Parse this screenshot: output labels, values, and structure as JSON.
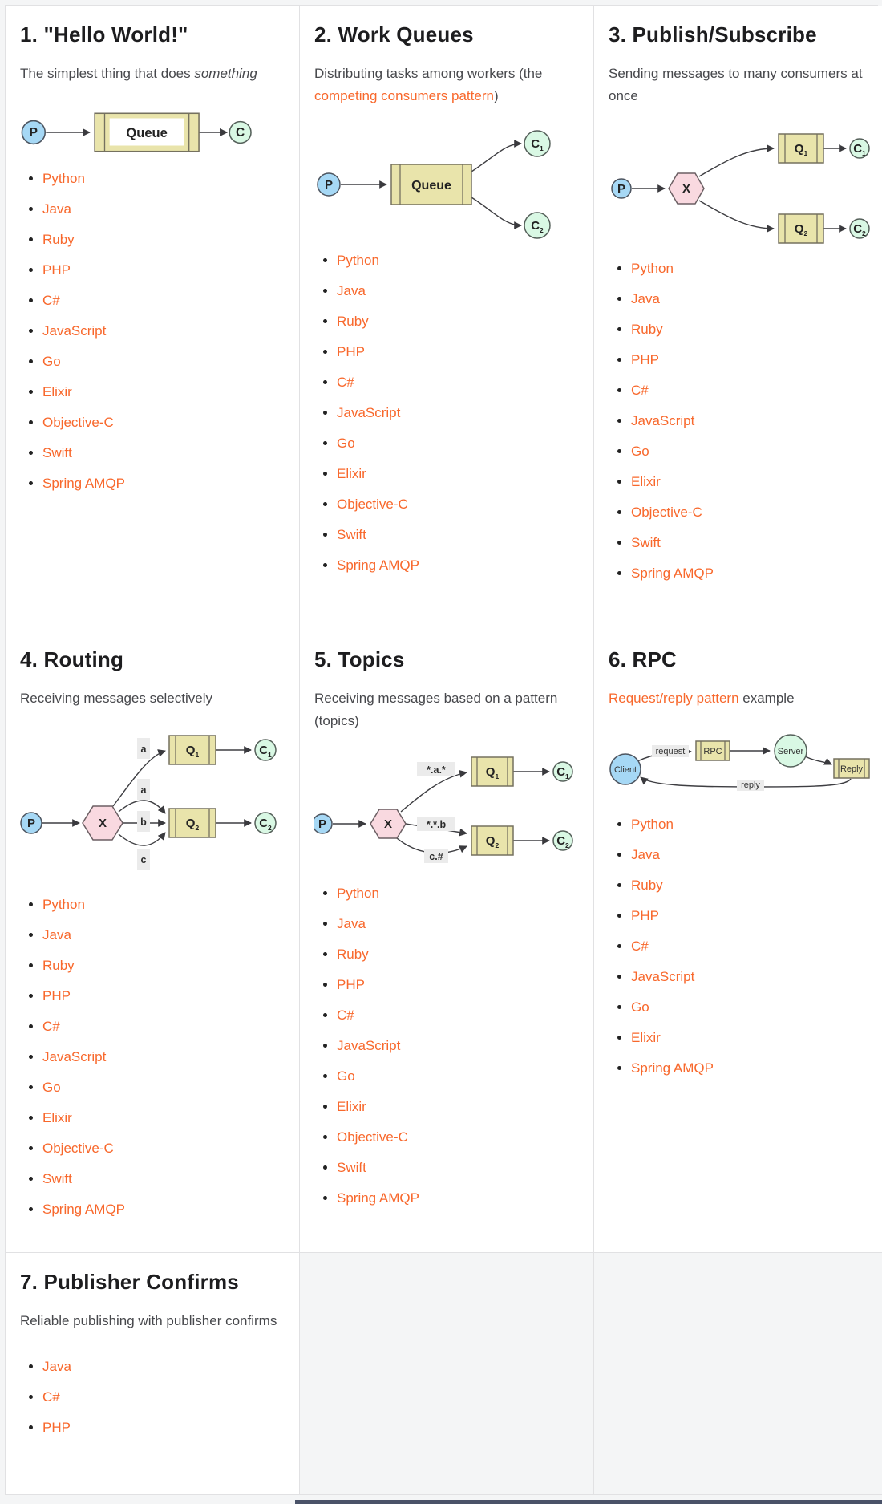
{
  "page": {
    "background": "#f4f5f6",
    "card_background": "#ffffff",
    "border_color": "#e1e1e3",
    "footer_bar_color": "#4a5268"
  },
  "colors": {
    "link_orange": "#f8682c",
    "heading": "#1d1d1f",
    "body_text": "#47484c",
    "producer_fill": "#a6d8f5",
    "consumer_fill": "#d9f8e4",
    "queue_fill": "#e9e4ab",
    "exchange_fill": "#f9d9e0",
    "edge": "#3e3e42",
    "edge_label_bg": "#ebebeb"
  },
  "cards": [
    {
      "title": "1. \"Hello World!\"",
      "desc_pre": "The simplest thing that does ",
      "desc_em": "something",
      "languages": [
        "Python",
        "Java",
        "Ruby",
        "PHP",
        "C#",
        "JavaScript",
        "Go",
        "Elixir",
        "Objective-C",
        "Swift",
        "Spring AMQP"
      ]
    },
    {
      "title": "2. Work Queues",
      "desc_pre": "Distributing tasks among workers (the ",
      "desc_link": "competing consumers pattern",
      "desc_post": ")",
      "languages": [
        "Python",
        "Java",
        "Ruby",
        "PHP",
        "C#",
        "JavaScript",
        "Go",
        "Elixir",
        "Objective-C",
        "Swift",
        "Spring AMQP"
      ]
    },
    {
      "title": "3. Publish/Subscribe",
      "desc": "Sending messages to many consumers at once",
      "languages": [
        "Python",
        "Java",
        "Ruby",
        "PHP",
        "C#",
        "JavaScript",
        "Go",
        "Elixir",
        "Objective-C",
        "Swift",
        "Spring AMQP"
      ]
    },
    {
      "title": "4. Routing",
      "desc": "Receiving messages selectively",
      "languages": [
        "Python",
        "Java",
        "Ruby",
        "PHP",
        "C#",
        "JavaScript",
        "Go",
        "Elixir",
        "Objective-C",
        "Swift",
        "Spring AMQP"
      ]
    },
    {
      "title": "5. Topics",
      "desc": "Receiving messages based on a pattern (topics)",
      "languages": [
        "Python",
        "Java",
        "Ruby",
        "PHP",
        "C#",
        "JavaScript",
        "Go",
        "Elixir",
        "Objective-C",
        "Swift",
        "Spring AMQP"
      ]
    },
    {
      "title": "6. RPC",
      "desc_link": "Request/reply pattern",
      "desc_post": " example",
      "languages": [
        "Python",
        "Java",
        "Ruby",
        "PHP",
        "C#",
        "JavaScript",
        "Go",
        "Elixir",
        "Spring AMQP"
      ]
    },
    {
      "title": "7. Publisher Confirms",
      "desc": "Reliable publishing with publisher confirms",
      "languages": [
        "Java",
        "C#",
        "PHP"
      ]
    }
  ],
  "diagrams": {
    "hello_world": {
      "producer": "P",
      "queue": "Queue",
      "consumer": "C"
    },
    "work_queues": {
      "producer": "P",
      "queue": "Queue",
      "consumer1_base": "C",
      "consumer1_sub": "1",
      "consumer2_base": "C",
      "consumer2_sub": "2"
    },
    "publish_subscribe": {
      "producer": "P",
      "exchange": "X",
      "queue1_base": "Q",
      "queue1_sub": "1",
      "queue2_base": "Q",
      "queue2_sub": "2",
      "consumer1_base": "C",
      "consumer1_sub": "1",
      "consumer2_base": "C",
      "consumer2_sub": "2"
    },
    "routing": {
      "producer": "P",
      "exchange": "X",
      "binding_a1": "a",
      "binding_a2": "a",
      "binding_b": "b",
      "binding_c": "c",
      "queue1_base": "Q",
      "queue1_sub": "1",
      "queue2_base": "Q",
      "queue2_sub": "2",
      "consumer1_base": "C",
      "consumer1_sub": "1",
      "consumer2_base": "C",
      "consumer2_sub": "2"
    },
    "topics": {
      "producer": "P",
      "exchange": "X",
      "binding1": "*.a.*",
      "binding2": "*.*.b",
      "binding3": "c.#",
      "queue1_base": "Q",
      "queue1_sub": "1",
      "queue2_base": "Q",
      "queue2_sub": "2",
      "consumer1_base": "C",
      "consumer1_sub": "1",
      "consumer2_base": "C",
      "consumer2_sub": "2"
    },
    "rpc": {
      "client": "Client",
      "request_label": "request",
      "rpc_queue": "RPC",
      "server": "Server",
      "reply_queue": "Reply",
      "reply_label": "reply"
    }
  }
}
